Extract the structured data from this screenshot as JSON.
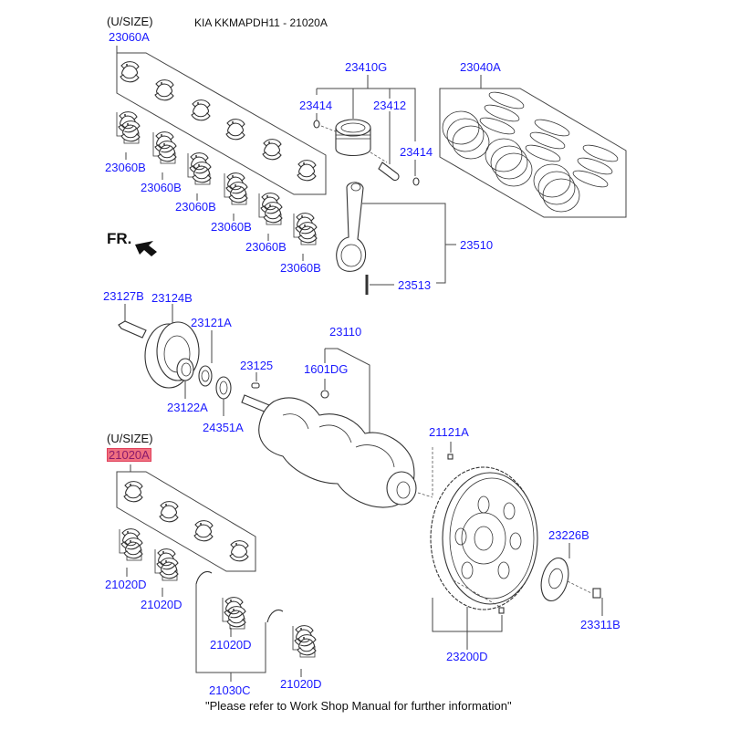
{
  "header": {
    "title": "KIA KKMAPDH11 - 21020A",
    "usize_top": "(U/SIZE)",
    "usize_bottom": "(U/SIZE)",
    "direction_label": "FR."
  },
  "footer": {
    "note": "\"Please refer to Work Shop Manual for further information\""
  },
  "highlight_color": "#f07080",
  "label_color": "#1a1aff",
  "parts": {
    "p23060A": "23060A",
    "p23060B_1": "23060B",
    "p23060B_2": "23060B",
    "p23060B_3": "23060B",
    "p23060B_4": "23060B",
    "p23060B_5": "23060B",
    "p23060B_6": "23060B",
    "p23410G": "23410G",
    "p23414_1": "23414",
    "p23412": "23412",
    "p23414_2": "23414",
    "p23040A": "23040A",
    "p23510": "23510",
    "p23513": "23513",
    "p23127B": "23127B",
    "p23124B": "23124B",
    "p23121A": "23121A",
    "p23122A": "23122A",
    "p24351A": "24351A",
    "p23125": "23125",
    "p23110": "23110",
    "p1601DG": "1601DG",
    "p21121A": "21121A",
    "p21020A": "21020A",
    "p21020D_1": "21020D",
    "p21020D_2": "21020D",
    "p21020D_3": "21020D",
    "p21020D_4": "21020D",
    "p21030C": "21030C",
    "p23226B": "23226B",
    "p23311B": "23311B",
    "p23200D": "23200D"
  }
}
